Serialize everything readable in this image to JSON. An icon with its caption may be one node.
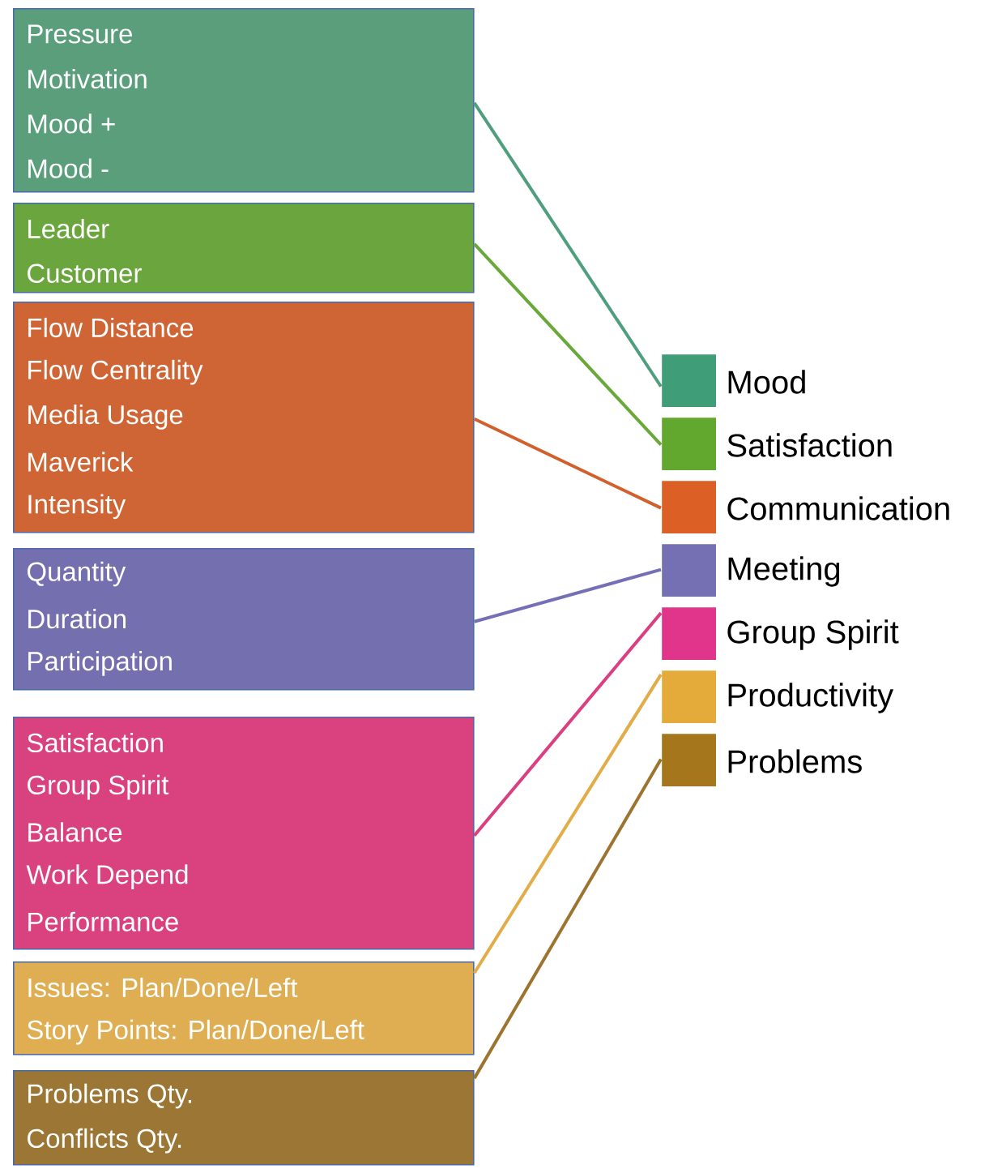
{
  "diagram": {
    "nodes": [
      {
        "text": [
          "Pressure",
          "Motivation",
          "Mood +",
          "Mood -"
        ]
      },
      {
        "text": [
          "Leader",
          "Customer"
        ]
      },
      {
        "text": [
          "Flow Distance",
          "Flow Centrality",
          "Media Usage",
          "Maverick",
          "Intensity"
        ]
      },
      {
        "text": [
          "Quantity",
          "Duration",
          "Participation"
        ]
      },
      {
        "text": [
          "Satisfaction",
          "Group Spirit",
          "Balance",
          "Work Depend",
          "Performance"
        ]
      },
      {
        "text": [
          "Issues: Plan/Done/Left",
          "Story Points: Plan/Done/Left"
        ]
      },
      {
        "text": [
          "Problems Qty.",
          "Conflicts Qty."
        ]
      },
      {
        "text": [],
        "shape": "box",
        "beside": [
          "Mood"
        ]
      },
      {
        "text": [],
        "shape": "box",
        "beside": [
          "Satisfaction"
        ]
      },
      {
        "text": [],
        "shape": "box",
        "beside": [
          "Communication"
        ]
      },
      {
        "text": [],
        "shape": "box",
        "beside": [
          "Meeting"
        ]
      },
      {
        "text": [],
        "shape": "box",
        "beside": [
          "Group Spirit"
        ]
      },
      {
        "text": [],
        "shape": "box",
        "beside": [
          "Productivity"
        ]
      },
      {
        "text": [],
        "shape": "box",
        "beside": [
          "Problems"
        ]
      }
    ],
    "edges": [
      {
        "from": 0,
        "to": 7,
        "arrow": "none",
        "color": "#4f9e7e"
      },
      {
        "from": 1,
        "to": 8,
        "arrow": "none",
        "color": "#6aa83a"
      },
      {
        "from": 2,
        "to": 9,
        "arrow": "none",
        "color": "#d2602c"
      },
      {
        "from": 3,
        "to": 10,
        "arrow": "none",
        "color": "#7470b5"
      },
      {
        "from": 4,
        "to": 11,
        "arrow": "none",
        "color": "#dc3e82"
      },
      {
        "from": 5,
        "to": 12,
        "arrow": "none",
        "color": "#e2ad48"
      },
      {
        "from": 6,
        "to": 13,
        "arrow": "none",
        "color": "#9c7430"
      }
    ]
  }
}
